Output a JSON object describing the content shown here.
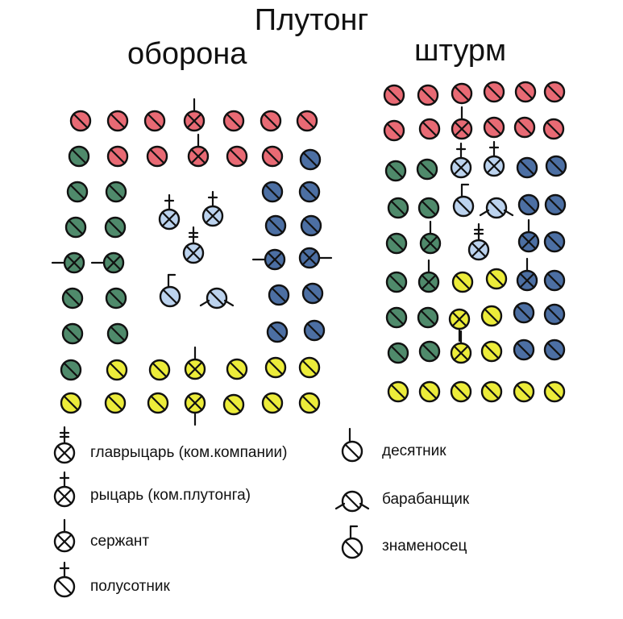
{
  "title": "Плутонг",
  "formations": {
    "defense": {
      "title": "оборона"
    },
    "assault": {
      "title": "штурм"
    }
  },
  "colors": {
    "red": "#e86a74",
    "green": "#4f8a6b",
    "blue": "#4c6fa3",
    "light_blue": "#bcd3ee",
    "yellow": "#ecec3a",
    "outline": "#111111"
  },
  "rank_icons": [
    "head-knight-icon",
    "knight-icon",
    "sergeant-icon",
    "half-centurion-icon",
    "decurion-icon",
    "drummer-icon",
    "standard-bearer-icon"
  ],
  "legend": {
    "head_knight": "главрыцарь (ком.компании)",
    "knight": "рыцарь (ком.плутонга)",
    "sergeant": "сержант",
    "half_centurion": "полусотник",
    "decurion": "десятник",
    "drummer": "барабанщик",
    "standard_bearer": "знаменосец"
  }
}
